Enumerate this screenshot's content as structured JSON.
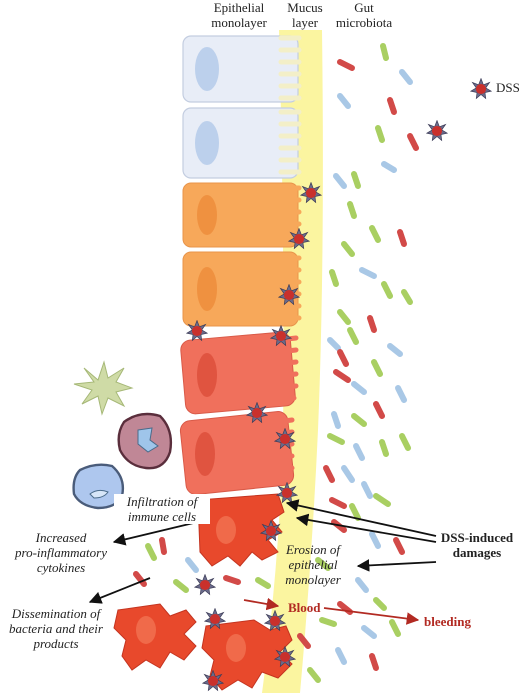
{
  "headers": {
    "epithelial": "Epithelial\nmonolayer",
    "mucus": "Mucus\nlayer",
    "microbiota": "Gut\nmicrobiota"
  },
  "legend": {
    "dss": "DSS"
  },
  "labels": {
    "infiltration": "Infiltration of\nimmune cells",
    "cytokines": "Increased\npro-inflammatory\ncytokines",
    "dissemination": "Dissemination of\nbacteria and their\nproducts",
    "erosion": "Erosion of\nepithelial\nmonolayer",
    "dss_damages": "DSS-induced\ndamages",
    "blood": "Blood",
    "bleeding": "bleeding"
  },
  "colors": {
    "healthy_cell": "#e8edf7",
    "nucleus_healthy": "#bcd0ec",
    "mild_cell": "#f7a85a",
    "inflamed_cell": "#f0705c",
    "damaged_cell": "#e8492c",
    "mucus": "#fbf5a0",
    "bacteria_red": "#d24a48",
    "bacteria_blue": "#a9c8e6",
    "bacteria_green": "#a9cf62",
    "dss": "#c9302c",
    "arrow_black": "#111111",
    "arrow_red": "#b22a22"
  }
}
